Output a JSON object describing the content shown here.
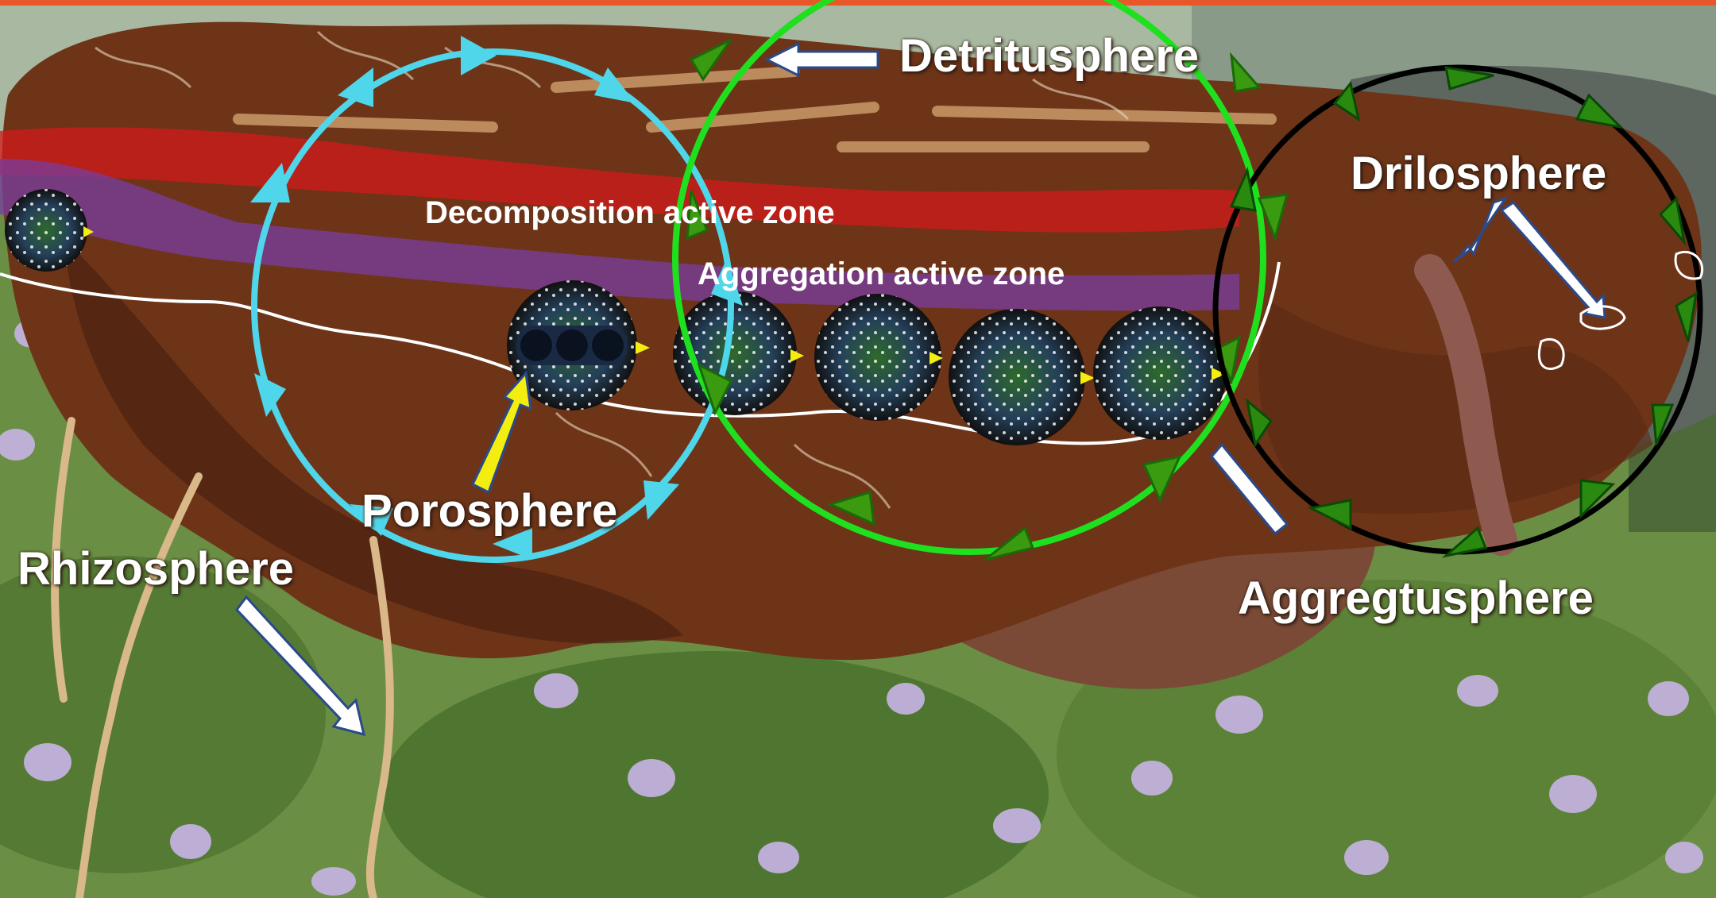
{
  "labels": {
    "detritusphere": "Detritusphere",
    "drilosphere": "Drilosphere",
    "decomposition_zone": "Decomposition active zone",
    "aggregation_zone": "Aggregation active zone",
    "porosphere": "Porosphere",
    "rhizosphere": "Rhizosphere",
    "aggregatusphere": "Aggregtusphere"
  },
  "colors": {
    "top_bar": "#e8572a",
    "soil": "#6e3418",
    "soil_dark": "#4a2210",
    "vegetation": "#5e8a3a",
    "flowers": "#c9b3e8",
    "decomposition_band": "#d21a1a",
    "aggregation_band": "#7a3ca0",
    "porosphere_circle": "#4fd6ea",
    "detritusphere_circle": "#1fe01f",
    "detritusphere_arrows": "#3a9a10",
    "drilosphere_circle": "#000000",
    "drilosphere_arrows": "#1a7a10",
    "pointer_arrow_fill": "#ffffff",
    "pointer_arrow_outline": "#2a4a8a",
    "porosphere_pointer": "#f4ee10",
    "white_path": "#ffffff"
  }
}
